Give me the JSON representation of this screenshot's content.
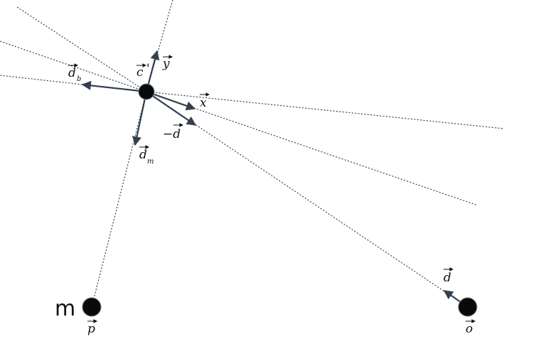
{
  "colors": {
    "line": "#34404f",
    "arrow": "#34404f",
    "point_fill": "#0a0a0a",
    "point_stroke": "#6d7b8d",
    "text": "#111111"
  },
  "labels": {
    "c_prime": "c",
    "c_prime_mark": "'",
    "y": "y",
    "x": "x",
    "d_b": "d",
    "d_b_sub": "b",
    "d_m": "d",
    "d_m_sub": "m",
    "neg_d": "−d",
    "d": "d",
    "p": "p",
    "o": "o",
    "mass": "m"
  }
}
